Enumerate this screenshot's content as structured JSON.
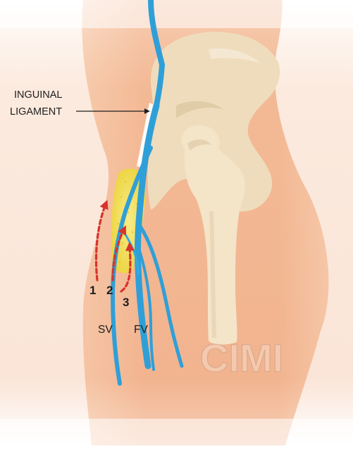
{
  "labels": {
    "inguinal_line1": "INGUINAL",
    "inguinal_line2": "LIGAMENT",
    "arrow_1": "1",
    "arrow_2": "2",
    "arrow_3": "3",
    "vein_sv": "SV",
    "vein_fv": "FV"
  },
  "watermark": "CIMI",
  "colors": {
    "skin_light": "#f9d3b4",
    "skin": "#f2b48f",
    "bone": "#efdcbc",
    "bone_shadow": "#dcc5a0",
    "vein": "#2f9fd8",
    "fat_pad": "#f4e05a",
    "arrow_red": "#d9322b",
    "ligament": "#ffffff",
    "text": "#1e1e1e"
  }
}
